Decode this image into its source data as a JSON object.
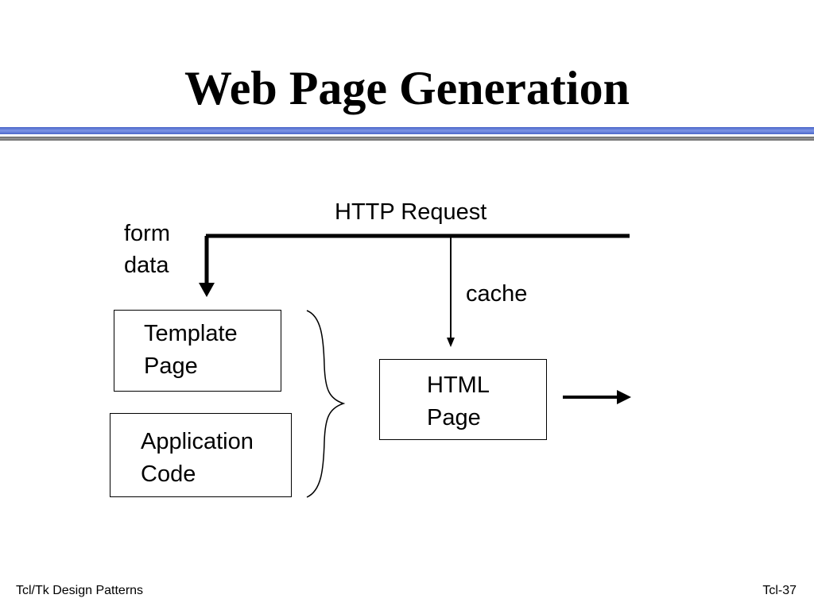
{
  "slide": {
    "title": "Web Page Generation"
  },
  "diagram": {
    "http_request_label": "HTTP Request",
    "form_data_label": "form\ndata",
    "cache_label": "cache",
    "template_page_box": "Template\nPage",
    "application_code_box": "Application\nCode",
    "html_page_box": "HTML\nPage"
  },
  "footer": {
    "left": "Tcl/Tk Design Patterns",
    "right": "Tcl-37"
  }
}
